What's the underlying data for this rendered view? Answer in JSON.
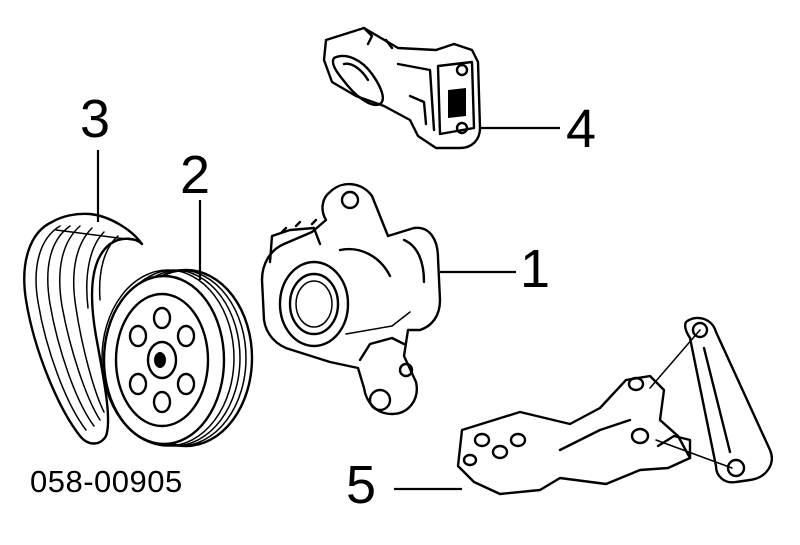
{
  "diagram": {
    "part_number": "058-00905",
    "callouts": [
      {
        "id": "1",
        "label": "1"
      },
      {
        "id": "2",
        "label": "2"
      },
      {
        "id": "3",
        "label": "3"
      },
      {
        "id": "4",
        "label": "4"
      },
      {
        "id": "5",
        "label": "5"
      }
    ],
    "colors": {
      "line": "#000000",
      "background": "#ffffff"
    }
  }
}
